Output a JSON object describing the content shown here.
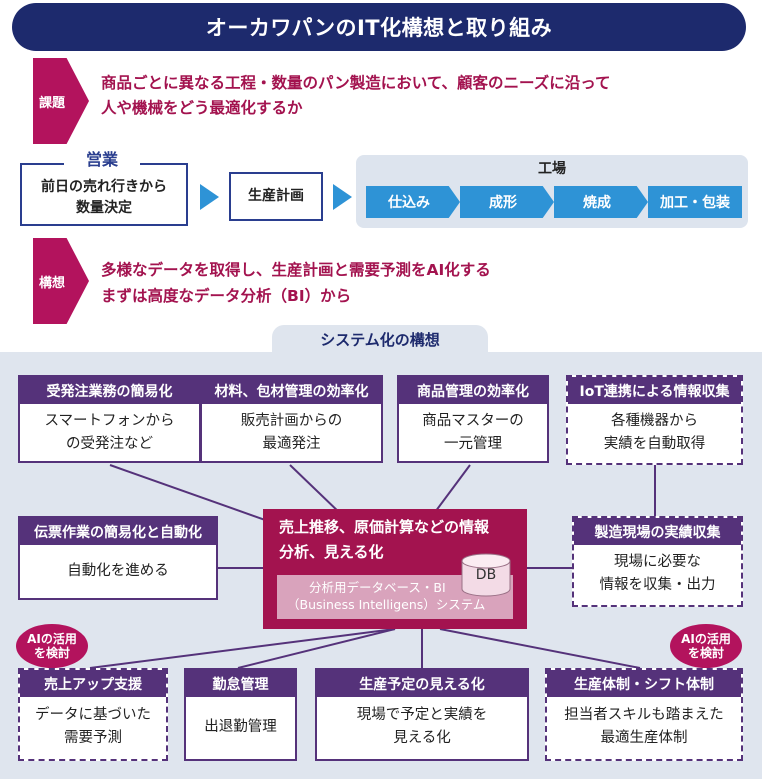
{
  "header": {
    "title": "オーカワパンのIT化構想と取り組み"
  },
  "issue": {
    "tag": "課題",
    "lines": [
      "商品ごとに異なる工程・数量のパン製造において、顧客のニーズに沿って",
      "人や機械をどう最適化するか"
    ]
  },
  "process": {
    "sales_label": "営業",
    "sales_text_1": "前日の売れ行きから",
    "sales_text_2": "数量決定",
    "plan_label": "生産計画",
    "factory_label": "工場",
    "steps": [
      "仕込み",
      "成形",
      "焼成",
      "加工・包装"
    ]
  },
  "concept": {
    "tag": "構想",
    "lines": [
      "多様なデータを取得し、生産計画と需要予測をAI化する",
      "まずは高度なデータ分析（BI）から"
    ]
  },
  "system": {
    "tab_label": "システム化の構想",
    "center": {
      "line1": "売上推移、原価計算などの情報",
      "line2": "分析、見える化",
      "db_label": "DB",
      "bi_line1": "分析用データベース・BI",
      "bi_line2": "（Business Intelligens）システム"
    },
    "cards": {
      "order": {
        "head": "受発注業務の簡易化",
        "body1": "スマートフォンから",
        "body2": "の受発注など"
      },
      "material": {
        "head": "材料、包材管理の効率化",
        "body1": "販売計画からの",
        "body2": "最適発注"
      },
      "product": {
        "head": "商品管理の効率化",
        "body1": "商品マスターの",
        "body2": "一元管理"
      },
      "iot": {
        "head": "IoT連携による情報収集",
        "body1": "各種機器から",
        "body2": "実績を自動取得"
      },
      "slip": {
        "head": "伝票作業の簡易化と自動化",
        "body1": "自動化を進める"
      },
      "site": {
        "head": "製造現場の実績収集",
        "body1": "現場に必要な",
        "body2": "情報を収集・出力"
      },
      "sales_up": {
        "head": "売上アップ支援",
        "body1": "データに基づいた",
        "body2": "需要予測"
      },
      "attendance": {
        "head": "勤怠管理",
        "body1": "出退勤管理"
      },
      "schedule": {
        "head": "生産予定の見える化",
        "body1": "現場で予定と実績を",
        "body2": "見える化"
      },
      "shift": {
        "head": "生産体制・シフト体制",
        "body1": "担当者スキルも踏まえた",
        "body2": "最適生産体制"
      }
    },
    "ai_badge_left": {
      "line1": "AIの活用",
      "line2": "を検討"
    },
    "ai_badge_right": {
      "line1": "AIの活用",
      "line2": "を検討"
    }
  },
  "colors": {
    "navy": "#1d2a6d",
    "magenta": "#a3134f",
    "purple": "#55327a",
    "blue": "#2e93d6",
    "panel": "#dfe5ee"
  }
}
